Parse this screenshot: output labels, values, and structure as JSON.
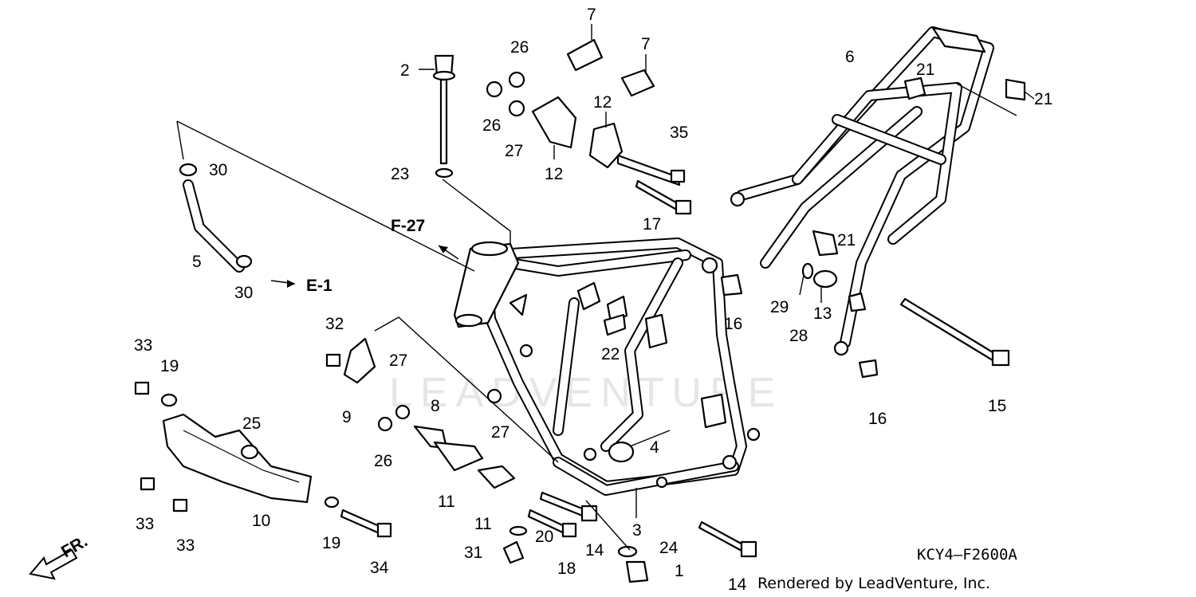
{
  "diagram": {
    "code": "KCY4—F2600A",
    "credit": "Rendered by LeadVenture, Inc.",
    "watermark": "LEADVENTURE",
    "refs": {
      "f27": "F-27",
      "e1": "E-1",
      "front": "FR."
    },
    "callouts": [
      "1",
      "2",
      "3",
      "4",
      "5",
      "6",
      "7",
      "7",
      "8",
      "9",
      "10",
      "11",
      "11",
      "12",
      "12",
      "13",
      "14",
      "14",
      "15",
      "16",
      "16",
      "17",
      "18",
      "19",
      "19",
      "20",
      "21",
      "21",
      "21",
      "22",
      "23",
      "24",
      "25",
      "26",
      "26",
      "26",
      "27",
      "27",
      "27",
      "28",
      "29",
      "30",
      "30",
      "31",
      "32",
      "33",
      "33",
      "33",
      "34",
      "35"
    ]
  }
}
